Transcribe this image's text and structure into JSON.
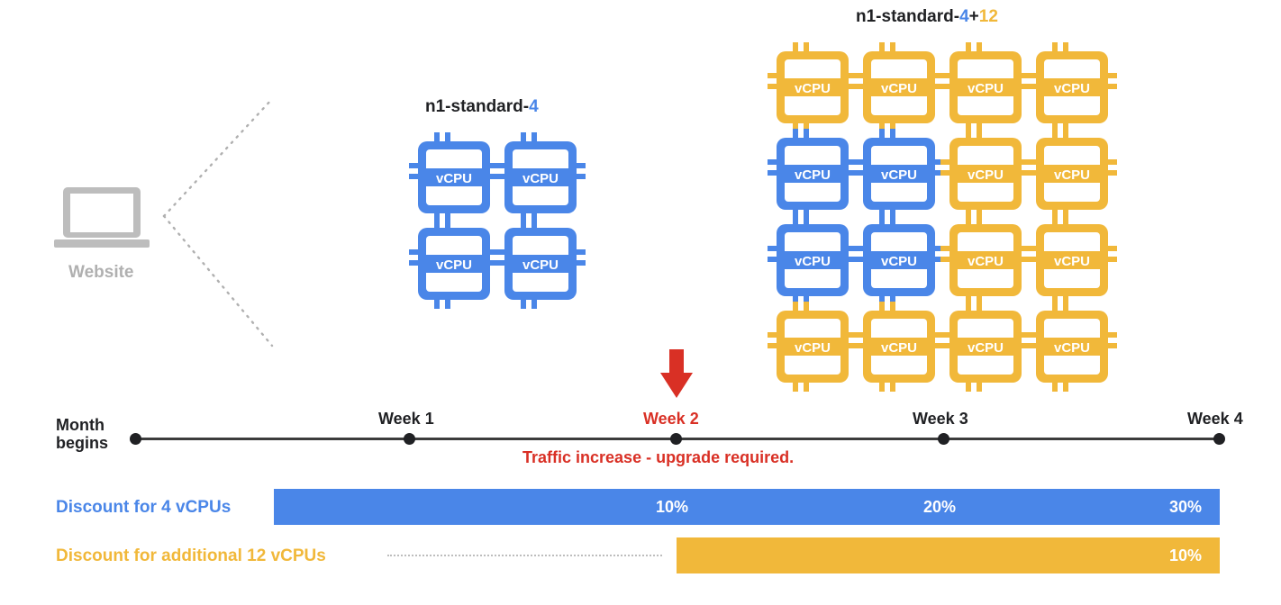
{
  "colors": {
    "blue": "#4a86e8",
    "yellow": "#f1b83a",
    "red": "#d93025",
    "dark": "#202124",
    "gray": "#bdbdbd"
  },
  "website": {
    "label": "Website",
    "icon": "laptop-icon"
  },
  "small_machine": {
    "title_prefix": "n1-standard-",
    "title_count": "4",
    "chips": [
      "vCPU",
      "vCPU",
      "vCPU",
      "vCPU"
    ]
  },
  "large_machine": {
    "title_prefix": "n1-standard-",
    "title_base": "4",
    "title_plus": "+",
    "title_extra": "12",
    "chip_label": "vCPU",
    "chip_colors": [
      [
        "yellow",
        "yellow",
        "yellow",
        "yellow"
      ],
      [
        "blue",
        "blue",
        "yellow",
        "yellow"
      ],
      [
        "blue",
        "blue",
        "yellow",
        "yellow"
      ],
      [
        "yellow",
        "yellow",
        "yellow",
        "yellow"
      ]
    ]
  },
  "timeline": {
    "start_label": "Month begins",
    "weeks": [
      "Week 1",
      "Week 2",
      "Week 3",
      "Week 4"
    ],
    "event_note": "Traffic increase - upgrade required."
  },
  "discounts": {
    "base": {
      "label": "Discount for 4 vCPUs",
      "values": [
        "10%",
        "20%",
        "30%"
      ]
    },
    "additional": {
      "label": "Discount for additional 12 vCPUs",
      "values": [
        "10%"
      ]
    }
  }
}
